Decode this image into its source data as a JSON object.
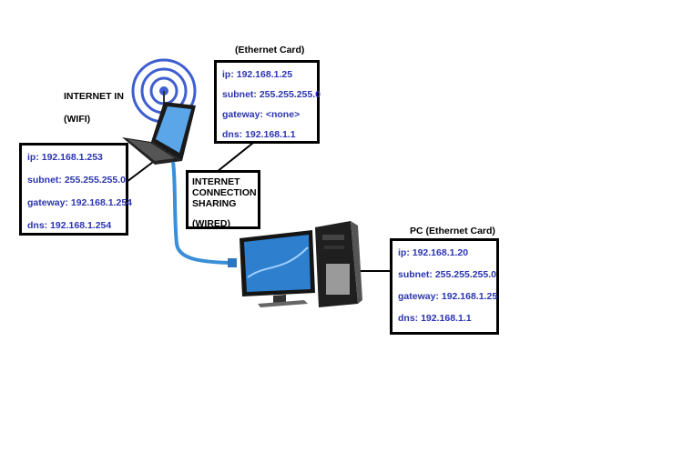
{
  "labels": {
    "internet_in": "INTERNET IN",
    "wifi": "(WIFI)",
    "laptop_card": "(Ethernet Card)",
    "pc_card": "PC (Ethernet Card)"
  },
  "ics": {
    "line1": "INTERNET",
    "line2": "CONNECTION",
    "line3": "SHARING",
    "wired": "(WIRED)"
  },
  "wifi_box": {
    "ip": "ip: 192.168.1.253",
    "subnet": "subnet: 255.255.255.0",
    "gateway": "gateway: 192.168.1.254",
    "dns": "dns: 192.168.1.254"
  },
  "laptop_box": {
    "ip": "ip: 192.168.1.25",
    "subnet": "subnet: 255.255.255.0",
    "gateway": "gateway: <none>",
    "dns": "dns: 192.168.1.1"
  },
  "pc_box": {
    "ip": "ip: 192.168.1.20",
    "subnet": "subnet: 255.255.255.0",
    "gateway": "gateway: 192.168.1.25",
    "dns": "dns: 192.168.1.1"
  },
  "colors": {
    "value_text": "#2b35b0",
    "cable": "#3a8fd6"
  }
}
